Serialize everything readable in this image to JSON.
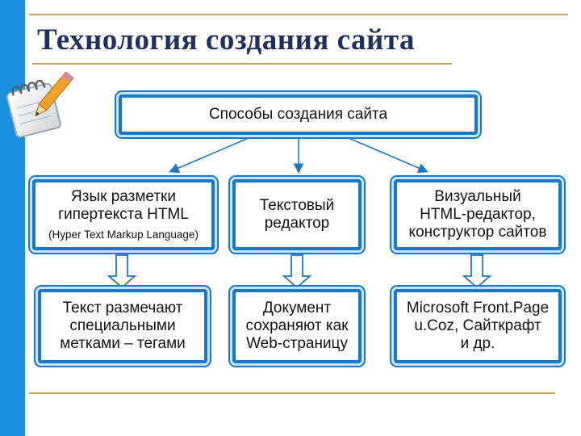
{
  "title": "Технология создания сайта",
  "diagram": {
    "root": "Способы создания сайта",
    "methods": [
      {
        "line1": "Язык разметки",
        "line2": "гипертекста HTML",
        "note": "(Hyper Text Markup Language)"
      },
      {
        "line1": "Текстовый",
        "line2": "редактор"
      },
      {
        "line1": "Визуальный",
        "line2": "HTML-редактор,",
        "line3": "конструктор сайтов"
      }
    ],
    "results": [
      {
        "line1": "Текст размечают",
        "line2": "специальными",
        "line3": "метками – тегами"
      },
      {
        "line1": "Документ",
        "line2": "сохраняют как",
        "line3": "Web-страницу"
      },
      {
        "line1": "Microsoft Front.Page",
        "line2": "u.Coz, Сайткрафт",
        "line3": "и др."
      }
    ]
  },
  "colors": {
    "accent": "#1b8fe0",
    "box_border": "#1a78c4",
    "title": "#1f2f5e",
    "rule": "#c9a65a"
  },
  "icons": [
    "notepad-pencil-icon"
  ]
}
